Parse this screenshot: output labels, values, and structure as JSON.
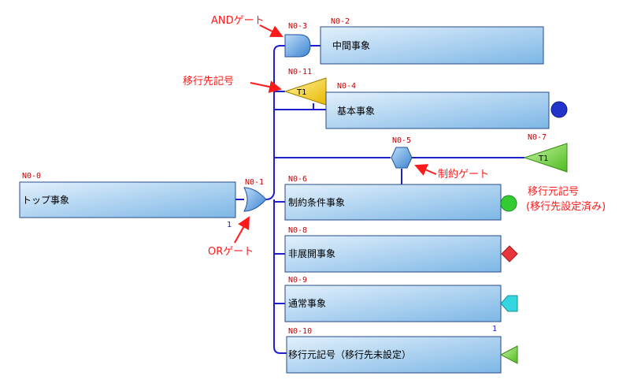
{
  "events": {
    "top": {
      "id": "N0-0",
      "label": "トップ事象",
      "count": "1"
    },
    "intermediate": {
      "id": "N0-2",
      "label": "中間事象"
    },
    "basic": {
      "id": "N0-4",
      "label": "基本事象"
    },
    "constraint": {
      "id": "N0-6",
      "label": "制約条件事象"
    },
    "undeveloped": {
      "id": "N0-8",
      "label": "非展開事象"
    },
    "normal": {
      "id": "N0-9",
      "label": "通常事象",
      "count": "1"
    },
    "transfer_unset": {
      "id": "N0-10",
      "label": "移行元記号（移行先未設定）"
    }
  },
  "gates": {
    "or_gate": {
      "id": "N0-1"
    },
    "and_gate": {
      "id": "N0-3"
    },
    "transfer_dest": {
      "id": "N0-11",
      "label": "T1"
    },
    "constraint_gate": {
      "id": "N0-5"
    },
    "transfer_src": {
      "id": "N0-7",
      "label": "T1"
    }
  },
  "annotations": {
    "and_gate": "ANDゲート",
    "transfer_dest": "移行先記号",
    "constraint_gate": "制約ゲート",
    "transfer_src_line1": "移行元記号",
    "transfer_src_line2": "(移行先設定済み)",
    "or_gate": "ORゲート"
  },
  "colors": {
    "line": "#1f1fd0",
    "annotation": "#ff1a1a",
    "id_label": "#cc0000",
    "box_fill_top": "#d4e9fb",
    "box_fill_bottom": "#7eb9e8",
    "basic_circle": "#2233cc",
    "constraint_circle": "#33cc33",
    "undeveloped_diamond": "#e8353a",
    "normal_house": "#33d6e0",
    "transfer_triangle": "#66cc33",
    "transfer_dest_fill": "#f3c81b"
  }
}
